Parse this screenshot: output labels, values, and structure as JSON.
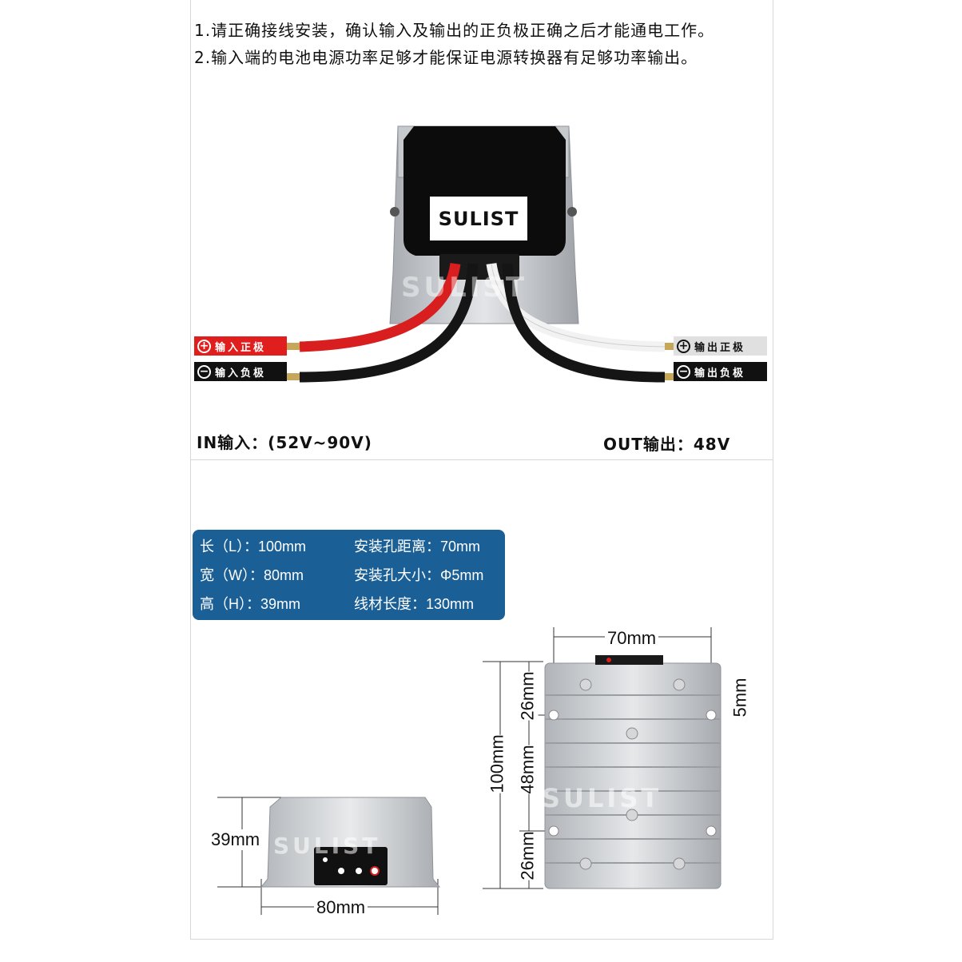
{
  "notes": [
    "1.请正确接线安装，确认输入及输出的正负极正确之后才能通电工作。",
    "2.输入端的电池电源功率足够才能保证电源转换器有足够功率输出。"
  ],
  "product": {
    "brand_label": "SULIST",
    "watermark": "SULIST"
  },
  "wires": {
    "input_positive": {
      "symbol": "+",
      "label": "输入正极"
    },
    "input_negative": {
      "symbol": "−",
      "label": "输入负极"
    },
    "output_positive": {
      "symbol": "+",
      "label": "输出正极"
    },
    "output_negative": {
      "symbol": "−",
      "label": "输出负极"
    }
  },
  "io": {
    "input": "IN输入：(52V~90V)",
    "output": "OUT输出：48V"
  },
  "specs": {
    "length": "长（L）：100mm",
    "width": "宽（W）：80mm",
    "height": "高（H）：39mm",
    "hole_distance": "安装孔距离：70mm",
    "hole_size": "安装孔大小：Φ5mm",
    "wire_length": "线材长度：130mm"
  },
  "dimensions": {
    "top_width": "70mm",
    "hole": "5mm",
    "length": "100mm",
    "seg_top": "26mm",
    "seg_mid": "48mm",
    "seg_bottom": "26mm",
    "height": "39mm",
    "front_width": "80mm"
  },
  "colors": {
    "spec_panel": "#1a5f96",
    "wire_red": "#d81e1e",
    "wire_black": "#151515",
    "wire_white": "#f2f2f2",
    "aluminum": "#c9ccd0"
  }
}
